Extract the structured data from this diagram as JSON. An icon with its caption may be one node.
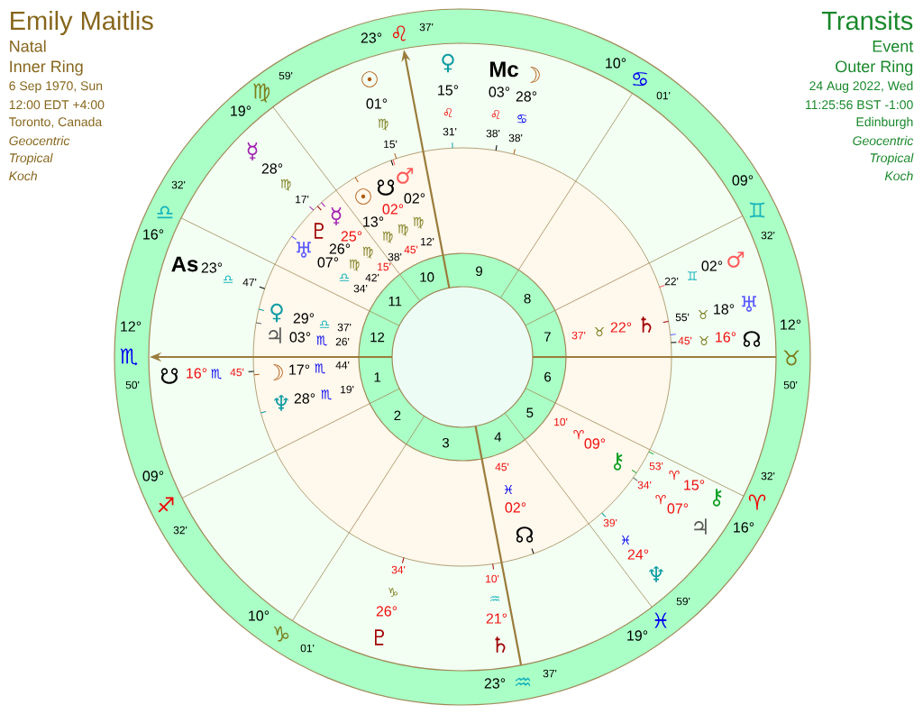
{
  "diagram": {
    "labels": [
      "Emily Maitlis",
      "Natal",
      "Inner Ring",
      "6 Sep 1970, Sun",
      "12:00 EDT +4:00",
      "Toronto, Canada",
      "Geocentric",
      "Tropical",
      "Koch",
      "Transits",
      "Event",
      "Outer Ring",
      "24 Aug 2022, Wed",
      "11:25:56 BST -1:00",
      "Edinburgh",
      "Geocentric",
      "Tropical",
      "Koch",
      "23°",
      "♌",
      "37'",
      "10°",
      "♋",
      "01'",
      "09°",
      "♊",
      "32'",
      "12°",
      "♉",
      "50'",
      "32'",
      "♈",
      "16°",
      "59'",
      "♓",
      "19°",
      "37'",
      "♒",
      "23°",
      "01'",
      "♑",
      "10°",
      "32'",
      "♐",
      "09°",
      "50'",
      "♏",
      "12°",
      "16°",
      "♎",
      "32'",
      "19°",
      "♍",
      "59'",
      "♀",
      "15°",
      "♌",
      "31'",
      "Mc",
      "03°",
      "♌",
      "38'",
      "☽",
      "28°",
      "♋",
      "38'",
      "♂",
      "02°",
      "♊",
      "22'",
      "♅",
      "18°",
      "♉",
      "55'",
      "☊",
      "16°",
      "♉",
      "45'",
      "⚷",
      "15°",
      "♈",
      "53'",
      "♃",
      "07°",
      "♈",
      "34'",
      "♆",
      "24°",
      "♓",
      "39'",
      "♄",
      "21°",
      "♒",
      "10'",
      "♇",
      "26°",
      "♑",
      "34'",
      "☋",
      "16°",
      "♏",
      "45'",
      "As",
      "23°",
      "♎",
      "47'",
      "☿",
      "28°",
      "♍",
      "17'",
      "☉",
      "01°",
      "♍",
      "15'",
      "☉",
      "13°",
      "♍",
      "38'",
      "☋",
      "02°",
      "♍",
      "45'",
      "♂",
      "02°",
      "♍",
      "12'",
      "☿",
      "25°",
      "♍",
      "15'",
      "♇",
      "26°",
      "♍",
      "42'",
      "♅",
      "07°",
      "♎",
      "34'",
      "♀",
      "29°",
      "♎",
      "37'",
      "♃",
      "03°",
      "♏",
      "26'",
      "☽",
      "17°",
      "♏",
      "44'",
      "♆",
      "28°",
      "♏",
      "19'",
      "☊",
      "02°",
      "♓",
      "45'",
      "⚷",
      "09°",
      "♈",
      "10'",
      "♄",
      "22°",
      "♉",
      "37'",
      "1",
      "2",
      "3",
      "4",
      "5",
      "6",
      "7",
      "8",
      "9",
      "10",
      "11",
      "12"
    ]
  }
}
